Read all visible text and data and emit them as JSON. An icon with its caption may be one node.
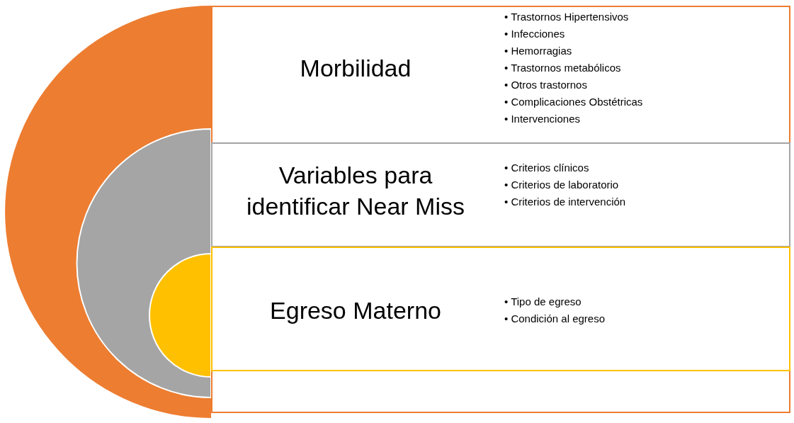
{
  "diagram": {
    "nodes": [
      {
        "text": [
          "Morbilidad",
          "• Trastornos Hipertensivos",
          "• Infecciones",
          "• Hemorragias",
          "• Trastornos metabólicos",
          "• Otros trastornos",
          "• Complicaciones Obstétricas",
          "• Intervenciones"
        ]
      },
      {
        "text": [
          "Variables para identificar Near Miss",
          "• Criterios clínicos",
          "• Criterios de laboratorio",
          "• Criterios de intervención"
        ],
        "in": 0
      },
      {
        "text": [
          "Egreso Materno",
          "• Tipo de egreso",
          "• Condición al egreso"
        ],
        "in": 0
      }
    ]
  }
}
